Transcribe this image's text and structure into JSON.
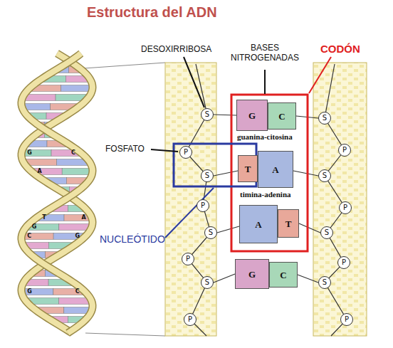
{
  "diagram": {
    "title": "Estructura del ADN",
    "nodes": [
      {
        "text": [
          "S"
        ]
      },
      {
        "text": [
          "G"
        ]
      },
      {
        "text": [
          "C"
        ]
      },
      {
        "text": [
          "S"
        ]
      },
      {
        "text": [
          "P"
        ]
      },
      {
        "text": [
          "P"
        ]
      },
      {
        "text": [
          "T"
        ]
      },
      {
        "text": [
          "A"
        ]
      },
      {
        "text": [
          "S"
        ]
      },
      {
        "text": [
          "S"
        ]
      },
      {
        "text": [
          "P"
        ]
      },
      {
        "text": [
          "P"
        ]
      },
      {
        "text": [
          "A"
        ]
      },
      {
        "text": [
          "T"
        ]
      },
      {
        "text": [
          "S"
        ]
      },
      {
        "text": [
          "S"
        ]
      },
      {
        "text": [
          "P"
        ]
      },
      {
        "text": [
          "P"
        ]
      },
      {
        "text": [
          "G"
        ]
      },
      {
        "text": [
          "C"
        ]
      },
      {
        "text": [
          "S"
        ]
      },
      {
        "text": [
          "S"
        ]
      },
      {
        "text": [
          "P"
        ]
      },
      {
        "text": [
          "P"
        ]
      }
    ],
    "labels": [
      "DESOXIRRIBOSA",
      "BASES NITROGENADAS",
      "CODÓN",
      "FOSFATO",
      "guanina-citosina",
      "timina-adenina",
      "NUCLEÓTIDO",
      "G",
      "C",
      "A",
      "T",
      "A",
      "G",
      "C",
      "G",
      "G",
      "C"
    ]
  }
}
